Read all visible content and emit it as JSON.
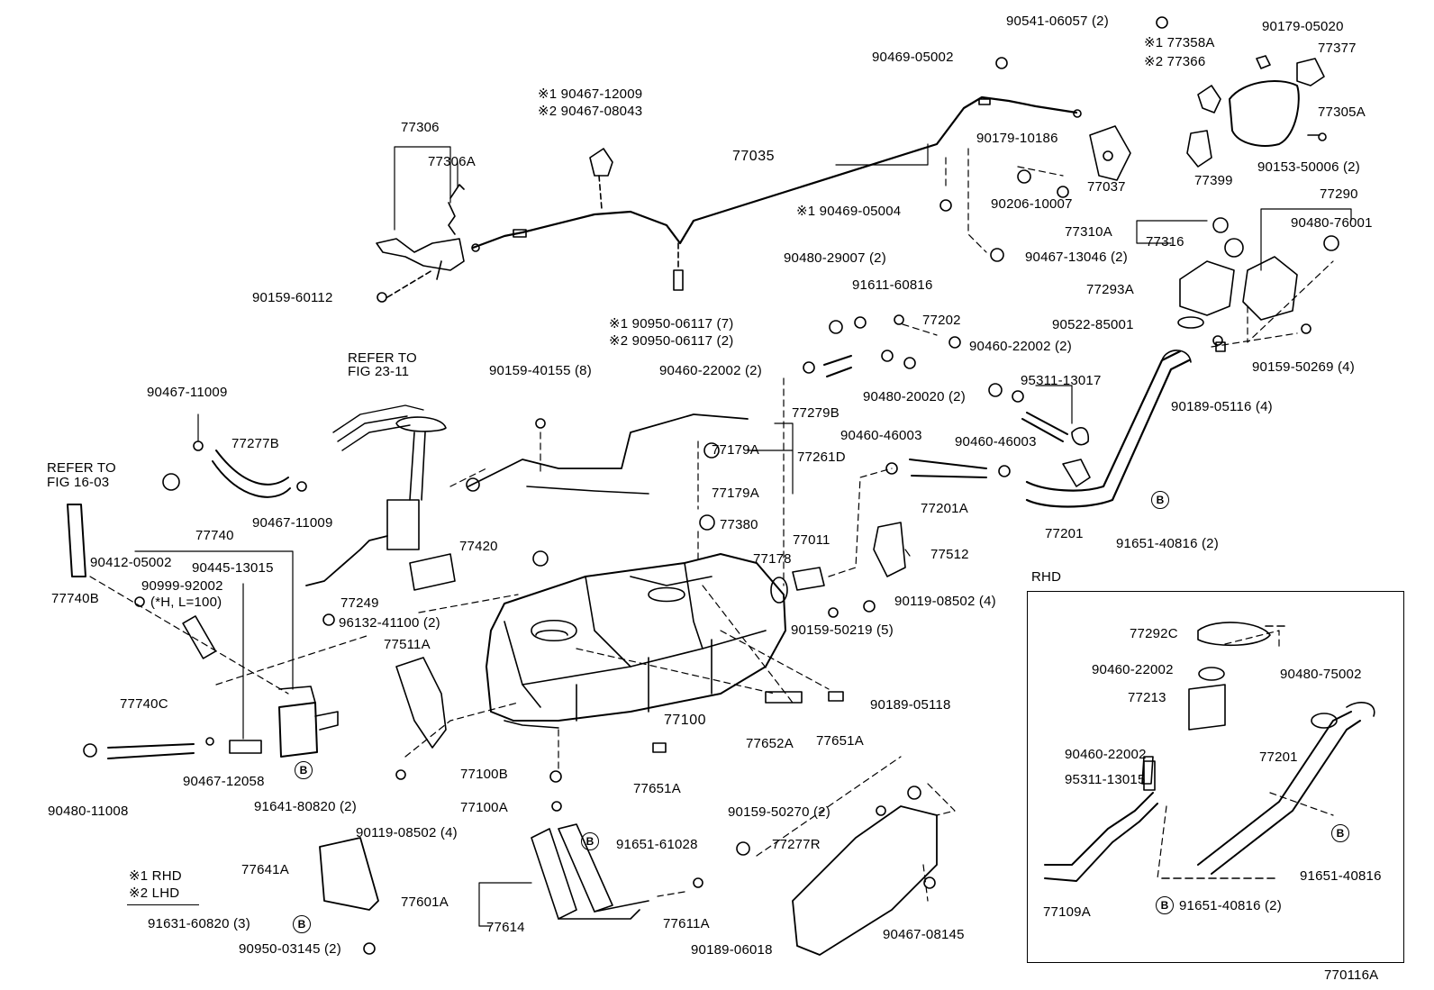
{
  "labels": {
    "p77306": "77306",
    "p77306A": "77306A",
    "p9015960112": "90159-60112",
    "m1a": "※1 90467-12009",
    "m2a": "※2 90467-08043",
    "p77035": "77035",
    "m1b": "※1 90950-06117 (7)",
    "m2b": "※2 90950-06117 (2)",
    "p9046905002": "90469-05002",
    "p9054106057": "90541-06057 (2)",
    "p9017905020": "90179-05020",
    "m1c": "※1 77358A",
    "m2c": "※2 77366",
    "p77377": "77377",
    "p77305A": "77305A",
    "p9017910186": "90179-10186",
    "p9020610007": "90206-10007",
    "p77037": "77037",
    "p77399": "77399",
    "p9015350006": "90153-50006 (2)",
    "m1d": "※1 90469-05004",
    "p9046713046": "90467-13046 (2)",
    "p77310A": "77310A",
    "p77316": "77316",
    "p77290": "77290",
    "p9048076001": "90480-76001",
    "p77293A": "77293A",
    "p9048029007": "90480-29007 (2)",
    "p9161160816": "91611-60816",
    "p77202": "77202",
    "p9046022002a": "90460-22002 (2)",
    "p9052285001": "90522-85001",
    "p9015950269": "90159-50269 (4)",
    "p9046022002b": "90460-22002 (2)",
    "p77279B": "77279B",
    "p9048020020": "90480-20020 (2)",
    "p9531113017": "95311-13017",
    "p9018905116": "90189-05116 (4)",
    "refer1a": "REFER TO",
    "refer1b": "FIG 23-11",
    "p9015940155": "90159-40155 (8)",
    "p9046711009a": "90467-11009",
    "p77277B": "77277B",
    "p9046711009b": "90467-11009",
    "refer2a": "REFER TO",
    "refer2b": "FIG 16-03",
    "p77179Aa": "77179A",
    "p77261D": "77261D",
    "p77179Ab": "77179A",
    "p9046046003a": "90460-46003",
    "p9046046003b": "90460-46003",
    "p77201A": "77201A",
    "p77201": "77201",
    "p9165140816a": "91651-40816 (2)",
    "p77380": "77380",
    "p77740": "77740",
    "p9041205002": "90412-05002",
    "p9044513015": "90445-13015",
    "p9099992002": "90999-92002",
    "pHL": "(*H, L=100)",
    "p77740B": "77740B",
    "p77420": "77420",
    "p77011": "77011",
    "p77178": "77178",
    "p77512": "77512",
    "p77249": "77249",
    "p9613241100": "96132-41100 (2)",
    "p9011908502a": "90119-08502 (4)",
    "p77511A": "77511A",
    "p9015950219": "90159-50219 (5)",
    "rhd": "RHD",
    "p77292C": "77292C",
    "p9046022002c": "90460-22002",
    "p9048075002": "90480-75002",
    "p77213": "77213",
    "p77740C": "77740C",
    "p77100": "77100",
    "p9018905118": "90189-05118",
    "p77652A": "77652A",
    "p77651Aa": "77651A",
    "p9046712058": "90467-12058",
    "p9048011008": "90480-11008",
    "p9164180820": "91641-80820 (2)",
    "p9011908502b": "90119-08502 (4)",
    "p77100B": "77100B",
    "p77651Ab": "77651A",
    "p9046022002d": "90460-22002",
    "p9531113015": "95311-13015",
    "p77201b": "77201",
    "p77100A": "77100A",
    "p9015950270": "90159-50270 (2)",
    "p9165161028": "91651-61028",
    "p77277R": "77277R",
    "p77641A": "77641A",
    "p77601A": "77601A",
    "p77614": "77614",
    "p77611A": "77611A",
    "p9018906018": "90189-06018",
    "p9046708145": "90467-08145",
    "p9165140816b": "91651-40816",
    "p77109A": "77109A",
    "p9165140816c": "91651-40816 (2)",
    "leg1": "※1 RHD",
    "leg2": "※2 LHD",
    "p9163160820": "91631-60820 (3)",
    "p9095003145": "90950-03145 (2)",
    "figno": "770116A",
    "b": "B"
  },
  "colors": {
    "ink": "#000000",
    "paper": "#ffffff"
  }
}
